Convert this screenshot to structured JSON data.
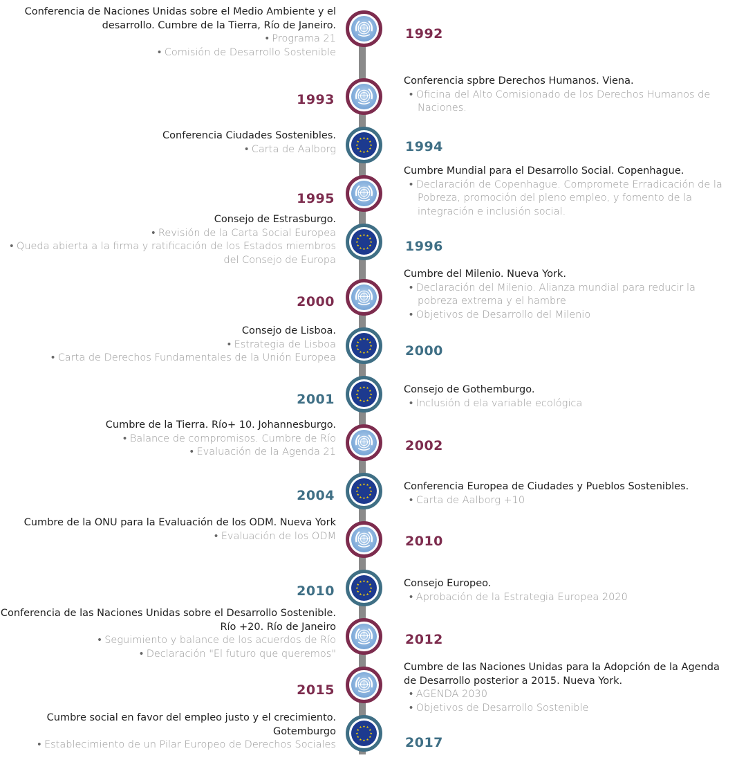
{
  "colors": {
    "un": "#7d2c4e",
    "eu": "#3f6f85",
    "line": "#8a8a8a",
    "item_text": "#9a9a9a"
  },
  "nodes": [
    {
      "kind": "un"
    },
    {
      "kind": "un"
    },
    {
      "kind": "eu"
    },
    {
      "kind": "un"
    },
    {
      "kind": "eu"
    },
    {
      "kind": "un"
    },
    {
      "kind": "eu"
    },
    {
      "kind": "eu"
    },
    {
      "kind": "un"
    },
    {
      "kind": "eu"
    },
    {
      "kind": "un"
    },
    {
      "kind": "eu"
    },
    {
      "kind": "un"
    },
    {
      "kind": "un"
    },
    {
      "kind": "eu"
    }
  ],
  "years": [
    {
      "side": "r",
      "kind": "un",
      "text": "1992"
    },
    {
      "side": "l",
      "kind": "un",
      "text": "1993"
    },
    {
      "side": "r",
      "kind": "eu",
      "text": "1994"
    },
    {
      "side": "l",
      "kind": "un",
      "text": "1995"
    },
    {
      "side": "r",
      "kind": "eu",
      "text": "1996"
    },
    {
      "side": "l",
      "kind": "un",
      "text": "2000"
    },
    {
      "side": "r",
      "kind": "eu",
      "text": "2000"
    },
    {
      "side": "l",
      "kind": "eu",
      "text": "2001"
    },
    {
      "side": "r",
      "kind": "un",
      "text": "2002"
    },
    {
      "side": "l",
      "kind": "eu",
      "text": "2004"
    },
    {
      "side": "r",
      "kind": "un",
      "text": "2010"
    },
    {
      "side": "l",
      "kind": "eu",
      "text": "2010"
    },
    {
      "side": "r",
      "kind": "un",
      "text": "2012"
    },
    {
      "side": "l",
      "kind": "un",
      "text": "2015"
    },
    {
      "side": "r",
      "kind": "eu",
      "text": "2017"
    }
  ],
  "entries": [
    {
      "side": "l",
      "title": "Conferencia de Naciones Unidas sobre el Medio Ambiente y el desarrollo. Cumbre de la Tierra, Río de Janeiro.",
      "items": [
        "Programa 21",
        "Comisión de Desarrollo Sostenible"
      ]
    },
    {
      "side": "r",
      "title": "Conferencia spbre Derechos Humanos. Viena.",
      "items": [
        "Oficina del Alto Comisionado de los Derechos Humanos de Naciones."
      ]
    },
    {
      "side": "l",
      "title": "Conferencia Ciudades Sostenibles.",
      "items": [
        "Carta de Aalborg"
      ]
    },
    {
      "side": "r",
      "title": "Cumbre Mundial para el Desarrollo Social. Copenhague.",
      "items": [
        "Declaración de Copenhague. Compromete Erradicación de la Pobreza, promoción del pleno empleo, y fomento de la integración e inclusión social."
      ]
    },
    {
      "side": "l",
      "title": "Consejo de Estrasburgo.",
      "items": [
        "Revisión de la Carta Social Europea",
        "Queda abierta a la firma y ratificación de los Estados miembros del Consejo de Europa"
      ]
    },
    {
      "side": "r",
      "title": "Cumbre del Milenio. Nueva York.",
      "items": [
        "Declaración del Milenio. Alianza mundial para reducir la pobreza extrema y el hambre",
        "Objetivos de Desarrollo del Milenio"
      ]
    },
    {
      "side": "l",
      "title": "Consejo de Lisboa.",
      "items": [
        "Estrategia de Lisboa",
        "Carta de Derechos Fundamentales de la Unión Europea"
      ]
    },
    {
      "side": "r",
      "title": "Consejo de Gothemburgo.",
      "items": [
        "Inclusión d ela variable ecológica"
      ]
    },
    {
      "side": "l",
      "title": "Cumbre de la Tierra. Río+ 10. Johannesburgo.",
      "items": [
        "Balance de compromisos. Cumbre de Río",
        "Evaluación de la Agenda 21"
      ]
    },
    {
      "side": "r",
      "title": "Conferencia Europea de Ciudades y Pueblos Sostenibles.",
      "items": [
        "Carta de Aalborg +10"
      ]
    },
    {
      "side": "l",
      "title": "Cumbre de la ONU para la Evaluación de los ODM. Nueva York",
      "items": [
        "Evaluación de los ODM"
      ]
    },
    {
      "side": "r",
      "title": "Consejo Europeo.",
      "items": [
        "Aprobación de la Estrategia Europea 2020"
      ]
    },
    {
      "side": "l",
      "title": "Conferencia de las Naciones Unidas sobre el Desarrollo Sostenible. Río +20. Río de Janeiro",
      "items": [
        "Seguimiento y balance de los acuerdos de Río",
        "Declaración \"El futuro que queremos\""
      ]
    },
    {
      "side": "r",
      "title": "Cumbre de las Naciones Unidas para la Adopción de la Agenda de Desarrollo posterior a 2015. Nueva York.",
      "items": [
        "AGENDA 2030",
        "Objetivos de Desarrollo Sostenible"
      ]
    },
    {
      "side": "l",
      "title": "Cumbre social en favor del empleo justo y el crecimiento. Gotemburgo",
      "items": [
        "Establecimiento de un Pilar Europeo de Derechos Sociales"
      ]
    }
  ]
}
